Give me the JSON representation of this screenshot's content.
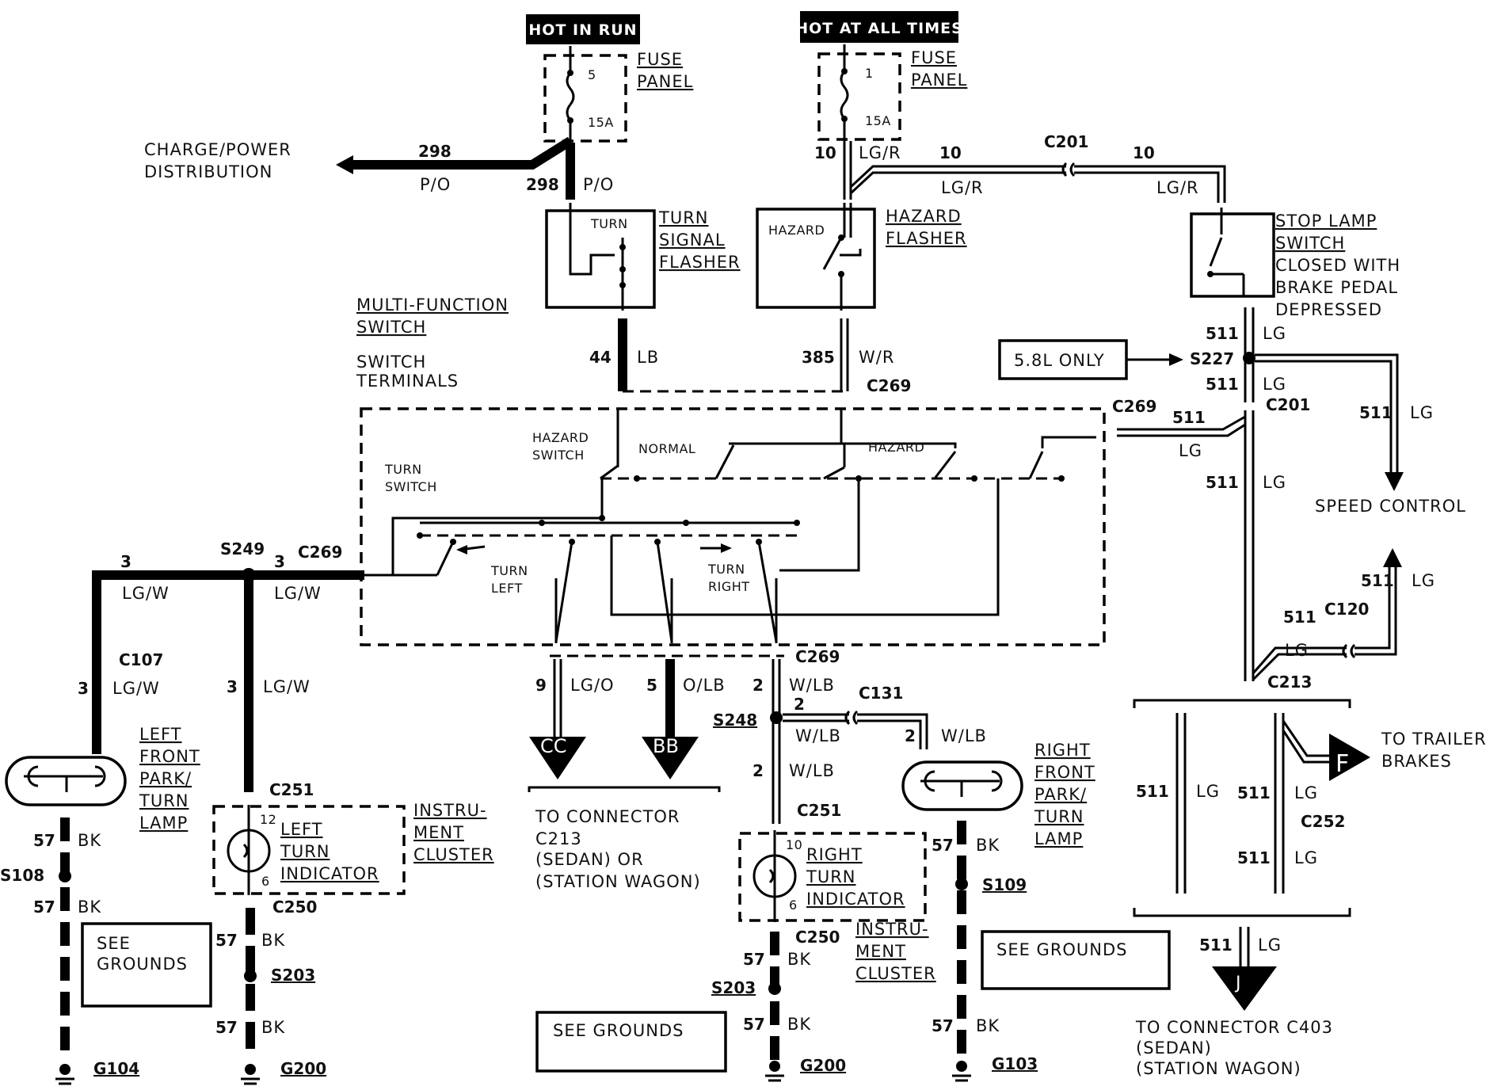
{
  "sources": {
    "hot_in_run": "HOT IN RUN",
    "hot_at_all_times": "HOT AT ALL TIMES"
  },
  "fuses": {
    "left": {
      "title1": "FUSE",
      "title2": "PANEL",
      "num": "5",
      "amp": "15A"
    },
    "right": {
      "title1": "FUSE",
      "title2": "PANEL",
      "num": "1",
      "amp": "15A"
    }
  },
  "charge": {
    "line1": "CHARGE/POWER",
    "line2": "DISTRIBUTION"
  },
  "wires": {
    "w298a": "298",
    "po_a": "P/O",
    "w298b": "298",
    "po_b": "P/O",
    "w10a": "10",
    "lgr_a": "LG/R",
    "w10b": "10",
    "lgr_b": "LG/R",
    "c201_top": "C201",
    "w10c": "10",
    "lgr_c": "LG/R",
    "w44": "44",
    "lb": "LB",
    "w385": "385",
    "wr": "W/R",
    "c269_top": "C269",
    "w511a": "511",
    "lga": "LG",
    "s227": "S227",
    "w511b": "511",
    "lgb": "LG",
    "c201_mid": "C201",
    "c269_right": "C269",
    "w511c": "511",
    "lgc": "LG",
    "w511d": "511",
    "lgd": "LG",
    "w511sc": "511",
    "lgsc": "LG",
    "speed_control": "SPEED CONTROL",
    "w511e": "511",
    "lge": "LG",
    "w511f": "511",
    "c120": "C120",
    "lgf": "LG",
    "c213": "C213",
    "w511g": "511",
    "lgg": "LG",
    "w511h": "511",
    "lgh": "LG",
    "c252": "C252",
    "w511i": "511",
    "lgi": "LG",
    "w511j": "511",
    "lgj": "LG",
    "s249": "S249",
    "w3a": "3",
    "lgw_a": "LG/W",
    "w3b": "3",
    "c269_left": "C269",
    "lgw_b": "LG/W",
    "c107": "C107",
    "w3c": "3",
    "lgw_c": "LG/W",
    "w3d": "3",
    "lgw_d": "LG/W",
    "c251_l": "C251",
    "p12": "12",
    "p6l": "6",
    "c250_l": "C250",
    "w57a": "57",
    "bka": "BK",
    "s108": "S108",
    "w57b": "57",
    "bkb": "BK",
    "g104": "G104",
    "w57c": "57",
    "bkc": "BK",
    "s203a": "S203",
    "w57d": "57",
    "bkd": "BK",
    "g200a": "G200",
    "w9": "9",
    "lgo": "LG/O",
    "w5": "5",
    "olb": "O/LB",
    "w2a": "2",
    "wlb_a": "W/LB",
    "c269_bot": "C269",
    "s248": "S248",
    "w2b": "2",
    "wlb_b": "W/LB",
    "c131": "C131",
    "w2c": "2",
    "wlb_c": "W/LB",
    "w2d": "2",
    "wlb_d": "W/LB",
    "c251_r": "C251",
    "p10": "10",
    "p6r": "6",
    "c250_r": "C250",
    "w57e": "57",
    "bke": "BK",
    "s203b": "S203",
    "w57f": "57",
    "bkf": "BK",
    "g200b": "G200",
    "w57g": "57",
    "bkg": "BK",
    "s109": "S109",
    "w57h": "57",
    "bkh": "BK",
    "g103": "G103"
  },
  "components": {
    "turn_flasher": {
      "inner": "TURN",
      "l1": "TURN",
      "l2": "SIGNAL",
      "l3": "FLASHER"
    },
    "hazard_flasher": {
      "inner": "HAZARD",
      "l1": "HAZARD",
      "l2": "FLASHER"
    },
    "stop_lamp": {
      "l1": "STOP LAMP",
      "l2": "SWITCH",
      "l3": "CLOSED WITH",
      "l4": "BRAKE PEDAL",
      "l5": "DEPRESSED"
    },
    "multi_function": {
      "l1": "MULTI-FUNCTION",
      "l2": "SWITCH",
      "l3": "SWITCH",
      "l4": "TERMINALS"
    },
    "only58": "5.8L ONLY",
    "switch_labels": {
      "hazard_switch1": "HAZARD",
      "hazard_switch2": "SWITCH",
      "normal": "NORMAL",
      "hazard": "HAZARD",
      "turn_switch1": "TURN",
      "turn_switch2": "SWITCH",
      "turn_left1": "TURN",
      "turn_left2": "LEFT",
      "turn_right1": "TURN",
      "turn_right2": "RIGHT"
    },
    "left_lamp": {
      "l1": "LEFT",
      "l2": "FRONT",
      "l3": "PARK/",
      "l4": "TURN",
      "l5": "LAMP"
    },
    "right_lamp": {
      "l1": "RIGHT",
      "l2": "FRONT",
      "l3": "PARK/",
      "l4": "TURN",
      "l5": "LAMP"
    },
    "left_indicator": {
      "l1": "LEFT",
      "l2": "TURN",
      "l3": "INDICATOR"
    },
    "right_indicator": {
      "l1": "RIGHT",
      "l2": "TURN",
      "l3": "INDICATOR"
    },
    "cluster_l": {
      "l1": "INSTRU-",
      "l2": "MENT",
      "l3": "CLUSTER"
    },
    "cluster_r": {
      "l1": "INSTRU-",
      "l2": "MENT",
      "l3": "CLUSTER"
    },
    "see_grounds": "SEE",
    "see_grounds2": "GROUNDS",
    "see_grounds_mid": "SEE GROUNDS",
    "see_grounds_right": "SEE GROUNDS",
    "to_conn_mid": {
      "l1": "TO CONNECTOR",
      "l2": "C213",
      "l3": "(SEDAN)  OR",
      "l4": "(STATION WAGON)"
    },
    "to_conn_right": {
      "l1": "TO CONNECTOR C403",
      "l2": "(SEDAN)",
      "l3": "(STATION WAGON)"
    },
    "trailer": {
      "l1": "TO TRAILER",
      "l2": "BRAKES"
    },
    "conn_cc": "CC",
    "conn_bb": "BB",
    "conn_f": "F",
    "conn_j": "J"
  }
}
